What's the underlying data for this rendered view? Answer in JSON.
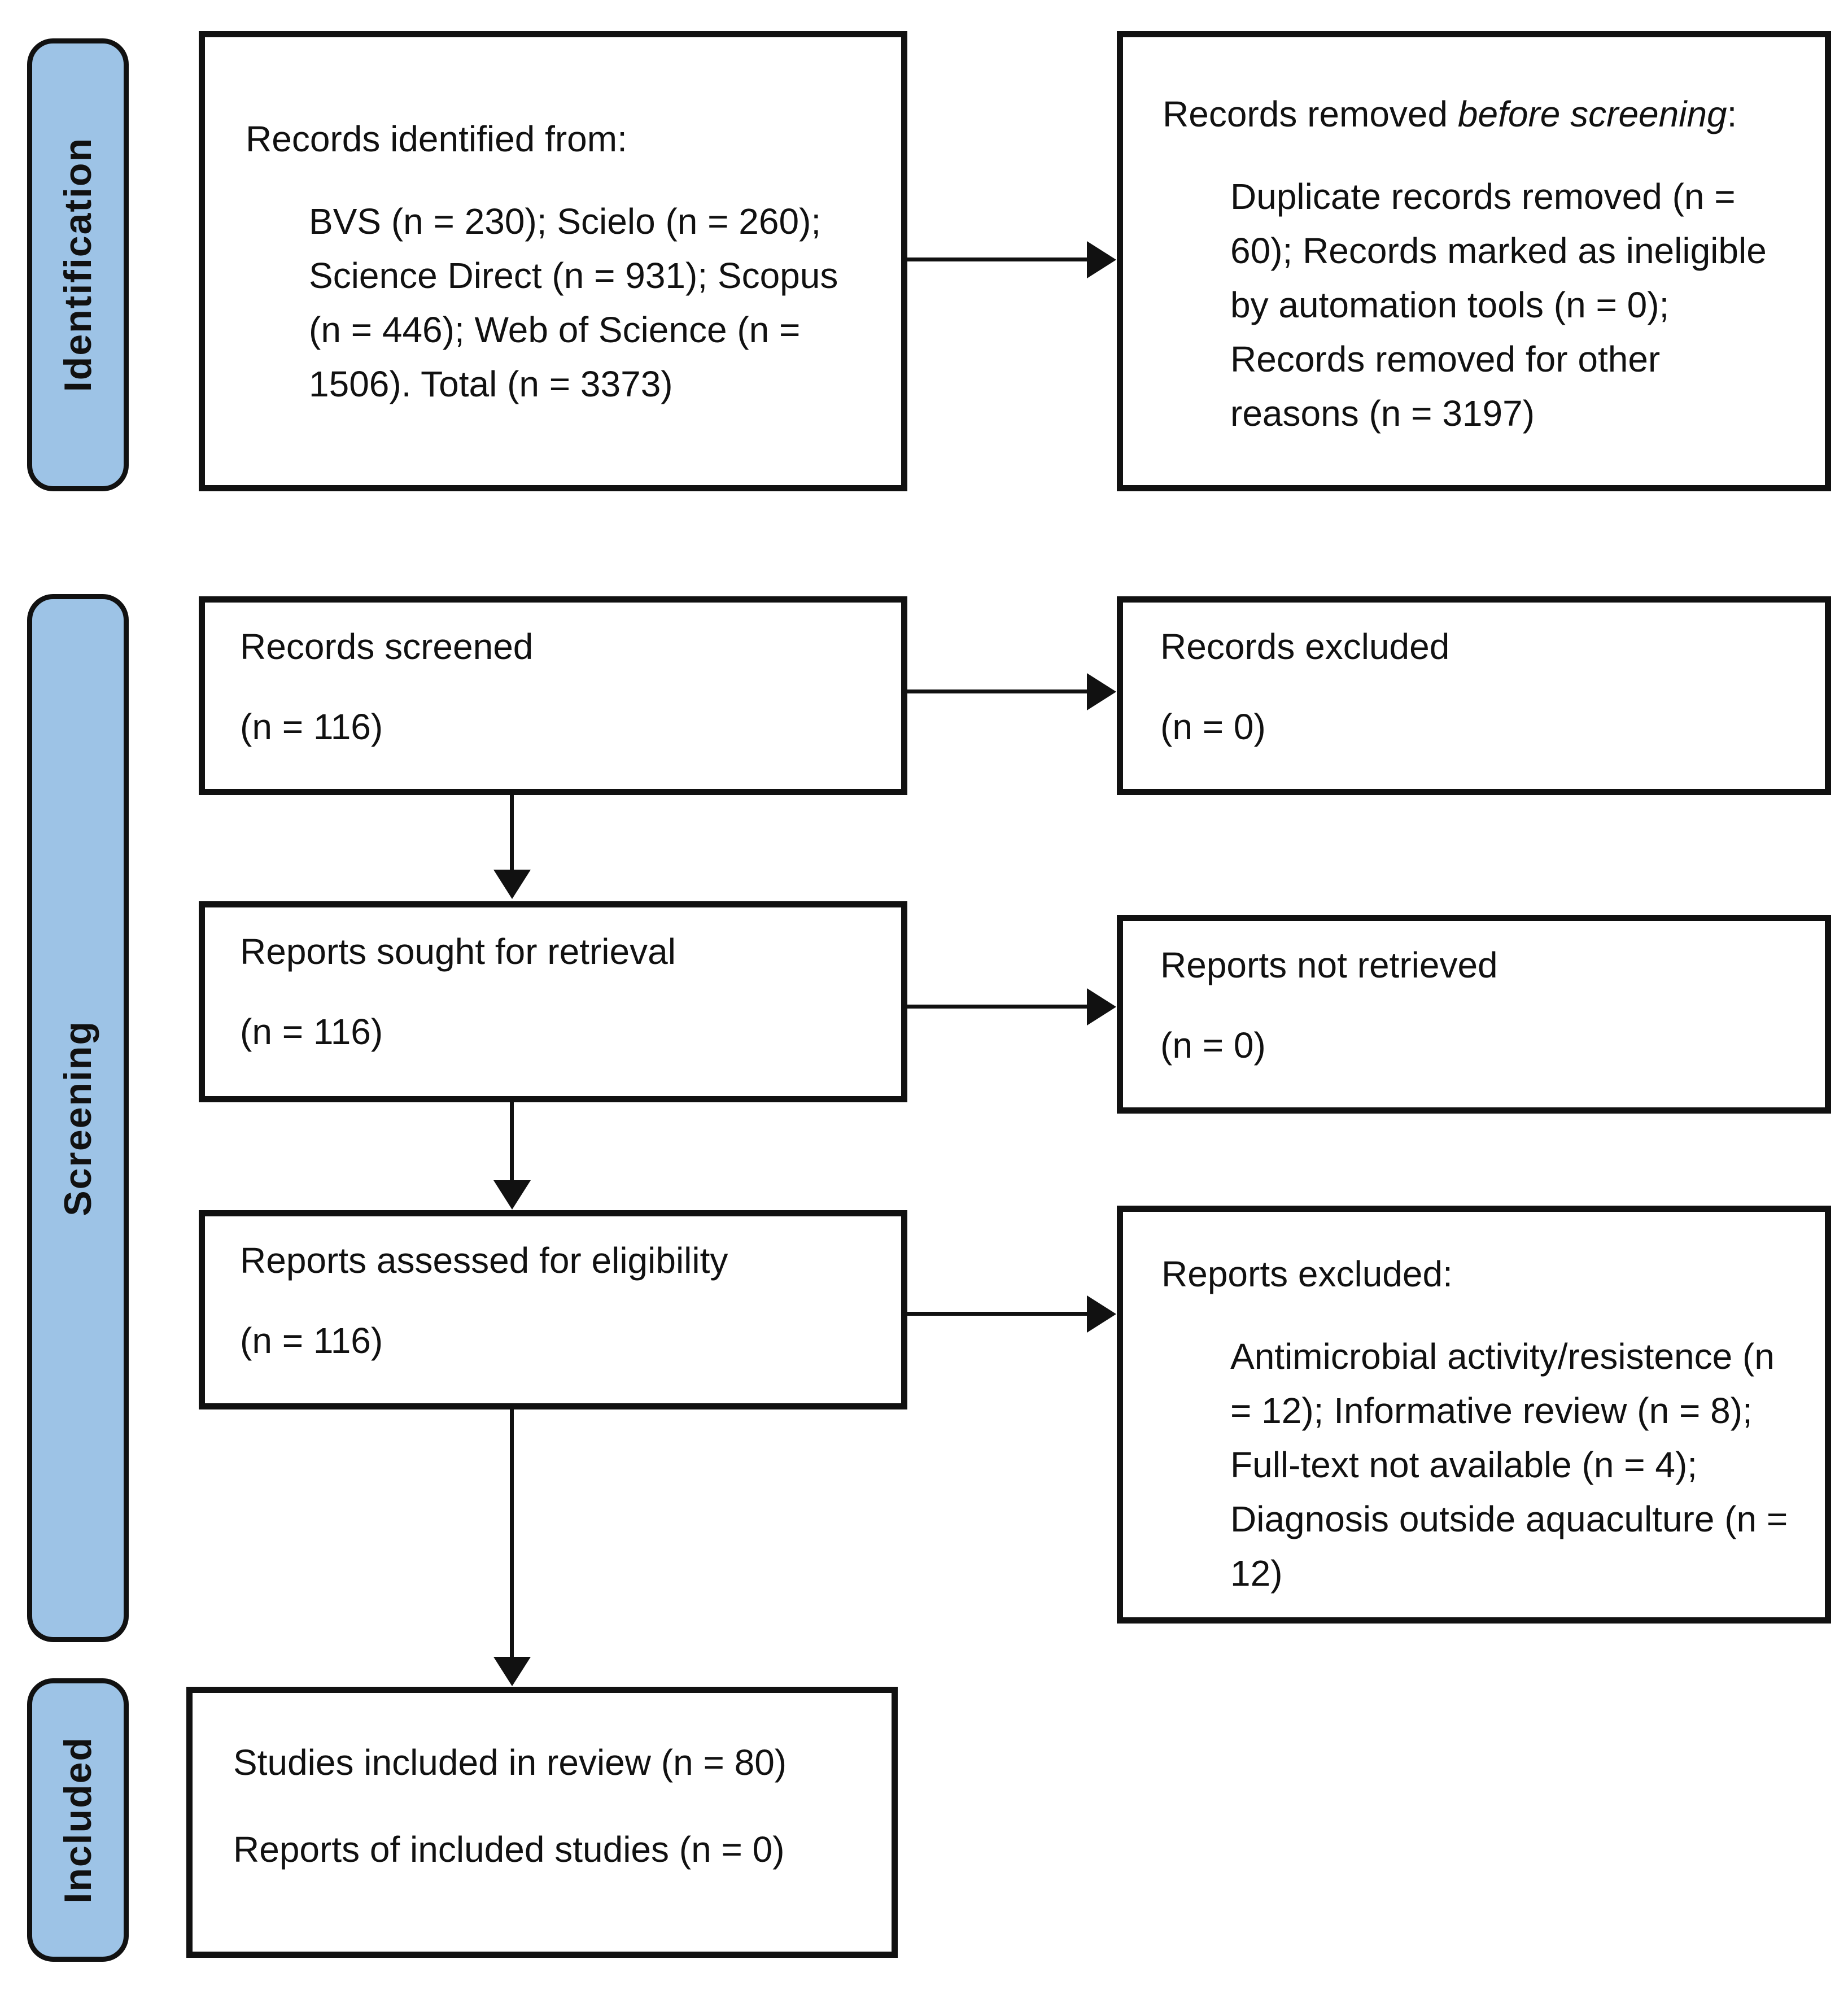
{
  "figure": {
    "stages": [
      {
        "id": "identification",
        "label": "Identification"
      },
      {
        "id": "screening",
        "label": "Screening"
      },
      {
        "id": "included",
        "label": "Included"
      }
    ],
    "boxes": {
      "records_identified": {
        "title": "Records identified from:",
        "detail": "BVS (n = 230); Scielo (n = 260); Science Direct (n = 931); Scopus (n = 446); Web of Science (n = 1506). Total (n = 3373)"
      },
      "records_removed": {
        "title_prefix": "Records removed ",
        "title_emphasis": "before screening",
        "title_suffix": ":",
        "detail": "Duplicate records removed (n = 60); Records marked as ineligible by automation tools (n = 0); Records removed for other reasons (n = 3197)"
      },
      "records_screened": {
        "title": "Records screened",
        "count": "(n = 116)"
      },
      "records_excluded": {
        "title": "Records excluded",
        "count": "(n = 0)"
      },
      "reports_sought": {
        "title": "Reports sought for retrieval",
        "count": "(n = 116)"
      },
      "reports_not_retrieved": {
        "title": "Reports not retrieved",
        "count": "(n = 0)"
      },
      "reports_assessed": {
        "title": "Reports assessed for eligibility",
        "count": "(n = 116)"
      },
      "reports_excluded": {
        "title": "Reports excluded:",
        "detail": "Antimicrobial activity/resistence (n = 12); Informative review (n = 8); Full-text not available (n = 4); Diagnosis outside aquaculture (n = 12)"
      },
      "studies_included": {
        "line1": "Studies included in review (n = 80)",
        "line2": "Reports of included studies (n = 0)"
      }
    },
    "colors": {
      "stage_fill": "#9dc3e6",
      "stage_border": "#111111",
      "box_border": "#111111",
      "box_fill": "#ffffff",
      "arrow": "#111111",
      "text": "#111111",
      "background": "#ffffff"
    }
  }
}
